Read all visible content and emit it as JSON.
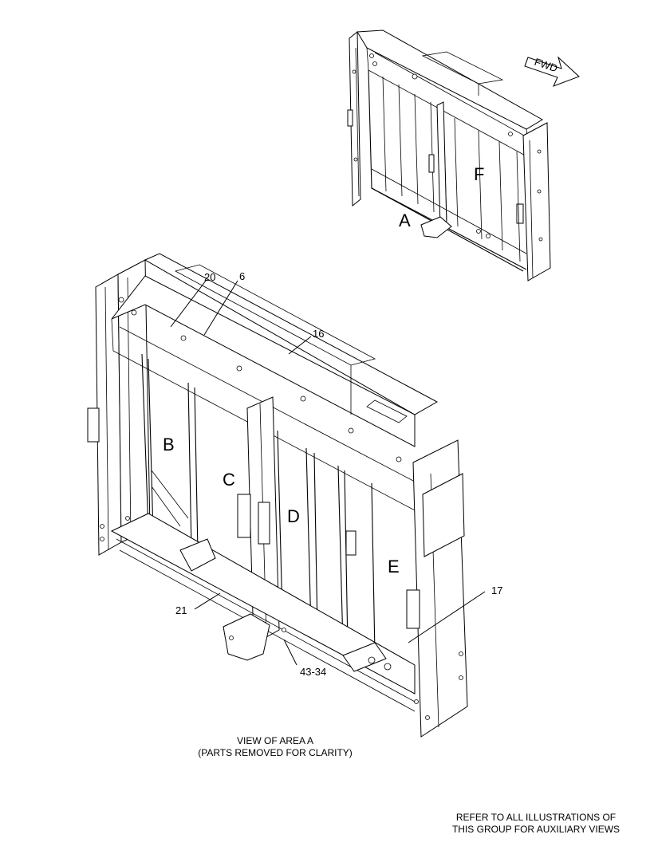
{
  "fwd_label": "FWD",
  "upper_view": {
    "zone_labels": {
      "a": "A",
      "f": "F"
    }
  },
  "main_view": {
    "zone_labels": {
      "b": "B",
      "c": "C",
      "d": "D",
      "e": "E"
    },
    "callouts": {
      "c20": "20",
      "c6": "6",
      "c16": "16",
      "c17": "17",
      "c21": "21",
      "c43_34": "43-34"
    },
    "caption_line1": "VIEW OF AREA A",
    "caption_line2": "(PARTS REMOVED FOR CLARITY)"
  },
  "footer_note_line1": "REFER TO ALL ILLUSTRATIONS OF",
  "footer_note_line2": "THIS GROUP FOR AUXILIARY VIEWS"
}
